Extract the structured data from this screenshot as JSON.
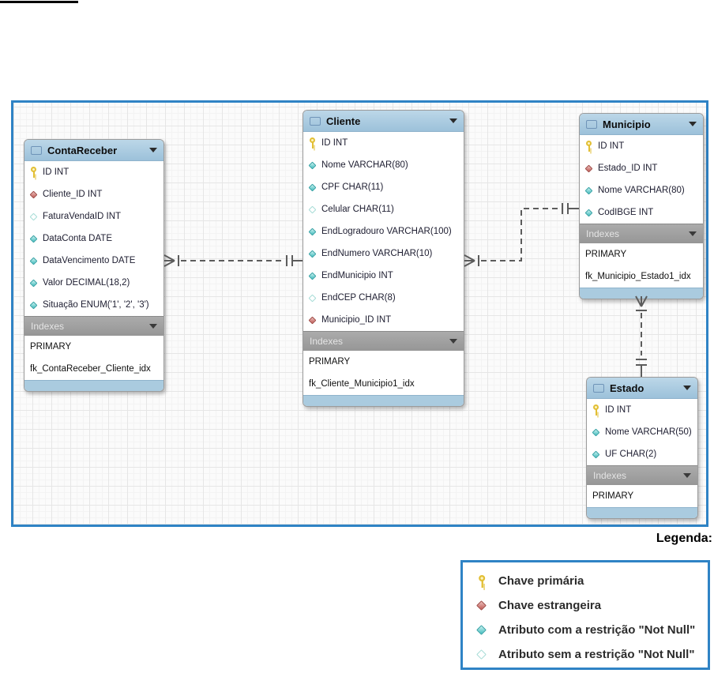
{
  "diagram": {
    "tables": [
      {
        "id": "contareceber",
        "title": "ContaReceber",
        "indexes_label": "Indexes",
        "columns": [
          {
            "icon": "primary-key",
            "text": "ID INT"
          },
          {
            "icon": "foreign-key",
            "text": "Cliente_ID INT"
          },
          {
            "icon": "nullable",
            "text": "FaturaVendaID INT"
          },
          {
            "icon": "notnull",
            "text": "DataConta DATE"
          },
          {
            "icon": "notnull",
            "text": "DataVencimento DATE"
          },
          {
            "icon": "notnull",
            "text": "Valor DECIMAL(18,2)"
          },
          {
            "icon": "notnull",
            "text": "Situação ENUM('1', '2', '3')"
          }
        ],
        "indexes": [
          "PRIMARY",
          "fk_ContaReceber_Cliente_idx"
        ]
      },
      {
        "id": "cliente",
        "title": "Cliente",
        "indexes_label": "Indexes",
        "columns": [
          {
            "icon": "primary-key",
            "text": "ID INT"
          },
          {
            "icon": "notnull",
            "text": "Nome VARCHAR(80)"
          },
          {
            "icon": "notnull",
            "text": "CPF CHAR(11)"
          },
          {
            "icon": "nullable",
            "text": "Celular CHAR(11)"
          },
          {
            "icon": "notnull",
            "text": "EndLogradouro VARCHAR(100)"
          },
          {
            "icon": "notnull",
            "text": "EndNumero VARCHAR(10)"
          },
          {
            "icon": "notnull",
            "text": "EndMunicipio INT"
          },
          {
            "icon": "nullable",
            "text": "EndCEP CHAR(8)"
          },
          {
            "icon": "foreign-key",
            "text": "Municipio_ID INT"
          }
        ],
        "indexes": [
          "PRIMARY",
          "fk_Cliente_Municipio1_idx"
        ]
      },
      {
        "id": "municipio",
        "title": "Municipio",
        "indexes_label": "Indexes",
        "columns": [
          {
            "icon": "primary-key",
            "text": "ID INT"
          },
          {
            "icon": "foreign-key",
            "text": "Estado_ID INT"
          },
          {
            "icon": "notnull",
            "text": "Nome VARCHAR(80)"
          },
          {
            "icon": "notnull",
            "text": "CodIBGE INT"
          }
        ],
        "indexes": [
          "PRIMARY",
          "fk_Municipio_Estado1_idx"
        ]
      },
      {
        "id": "estado",
        "title": "Estado",
        "indexes_label": "Indexes",
        "columns": [
          {
            "icon": "primary-key",
            "text": "ID INT"
          },
          {
            "icon": "notnull",
            "text": "Nome VARCHAR(50)"
          },
          {
            "icon": "notnull",
            "text": "UF CHAR(2)"
          }
        ],
        "indexes": [
          "PRIMARY"
        ]
      }
    ]
  },
  "legend": {
    "heading": "Legenda:",
    "items": [
      {
        "icon": "primary-key",
        "label": "Chave primária"
      },
      {
        "icon": "foreign-key",
        "label": "Chave estrangeira"
      },
      {
        "icon": "notnull",
        "label": "Atributo com a restrição \"Not Null\""
      },
      {
        "icon": "nullable",
        "label": "Atributo sem a restrição \"Not Null\""
      }
    ]
  },
  "colors": {
    "canvas_border": "#2f83c5",
    "table_header": "#a5c7dd",
    "indexes_bar": "#9b9b9b",
    "primary_key_icon": "#e2bf35",
    "foreign_key_icon": "#c05a55",
    "notnull_icon": "#41bcbe"
  }
}
